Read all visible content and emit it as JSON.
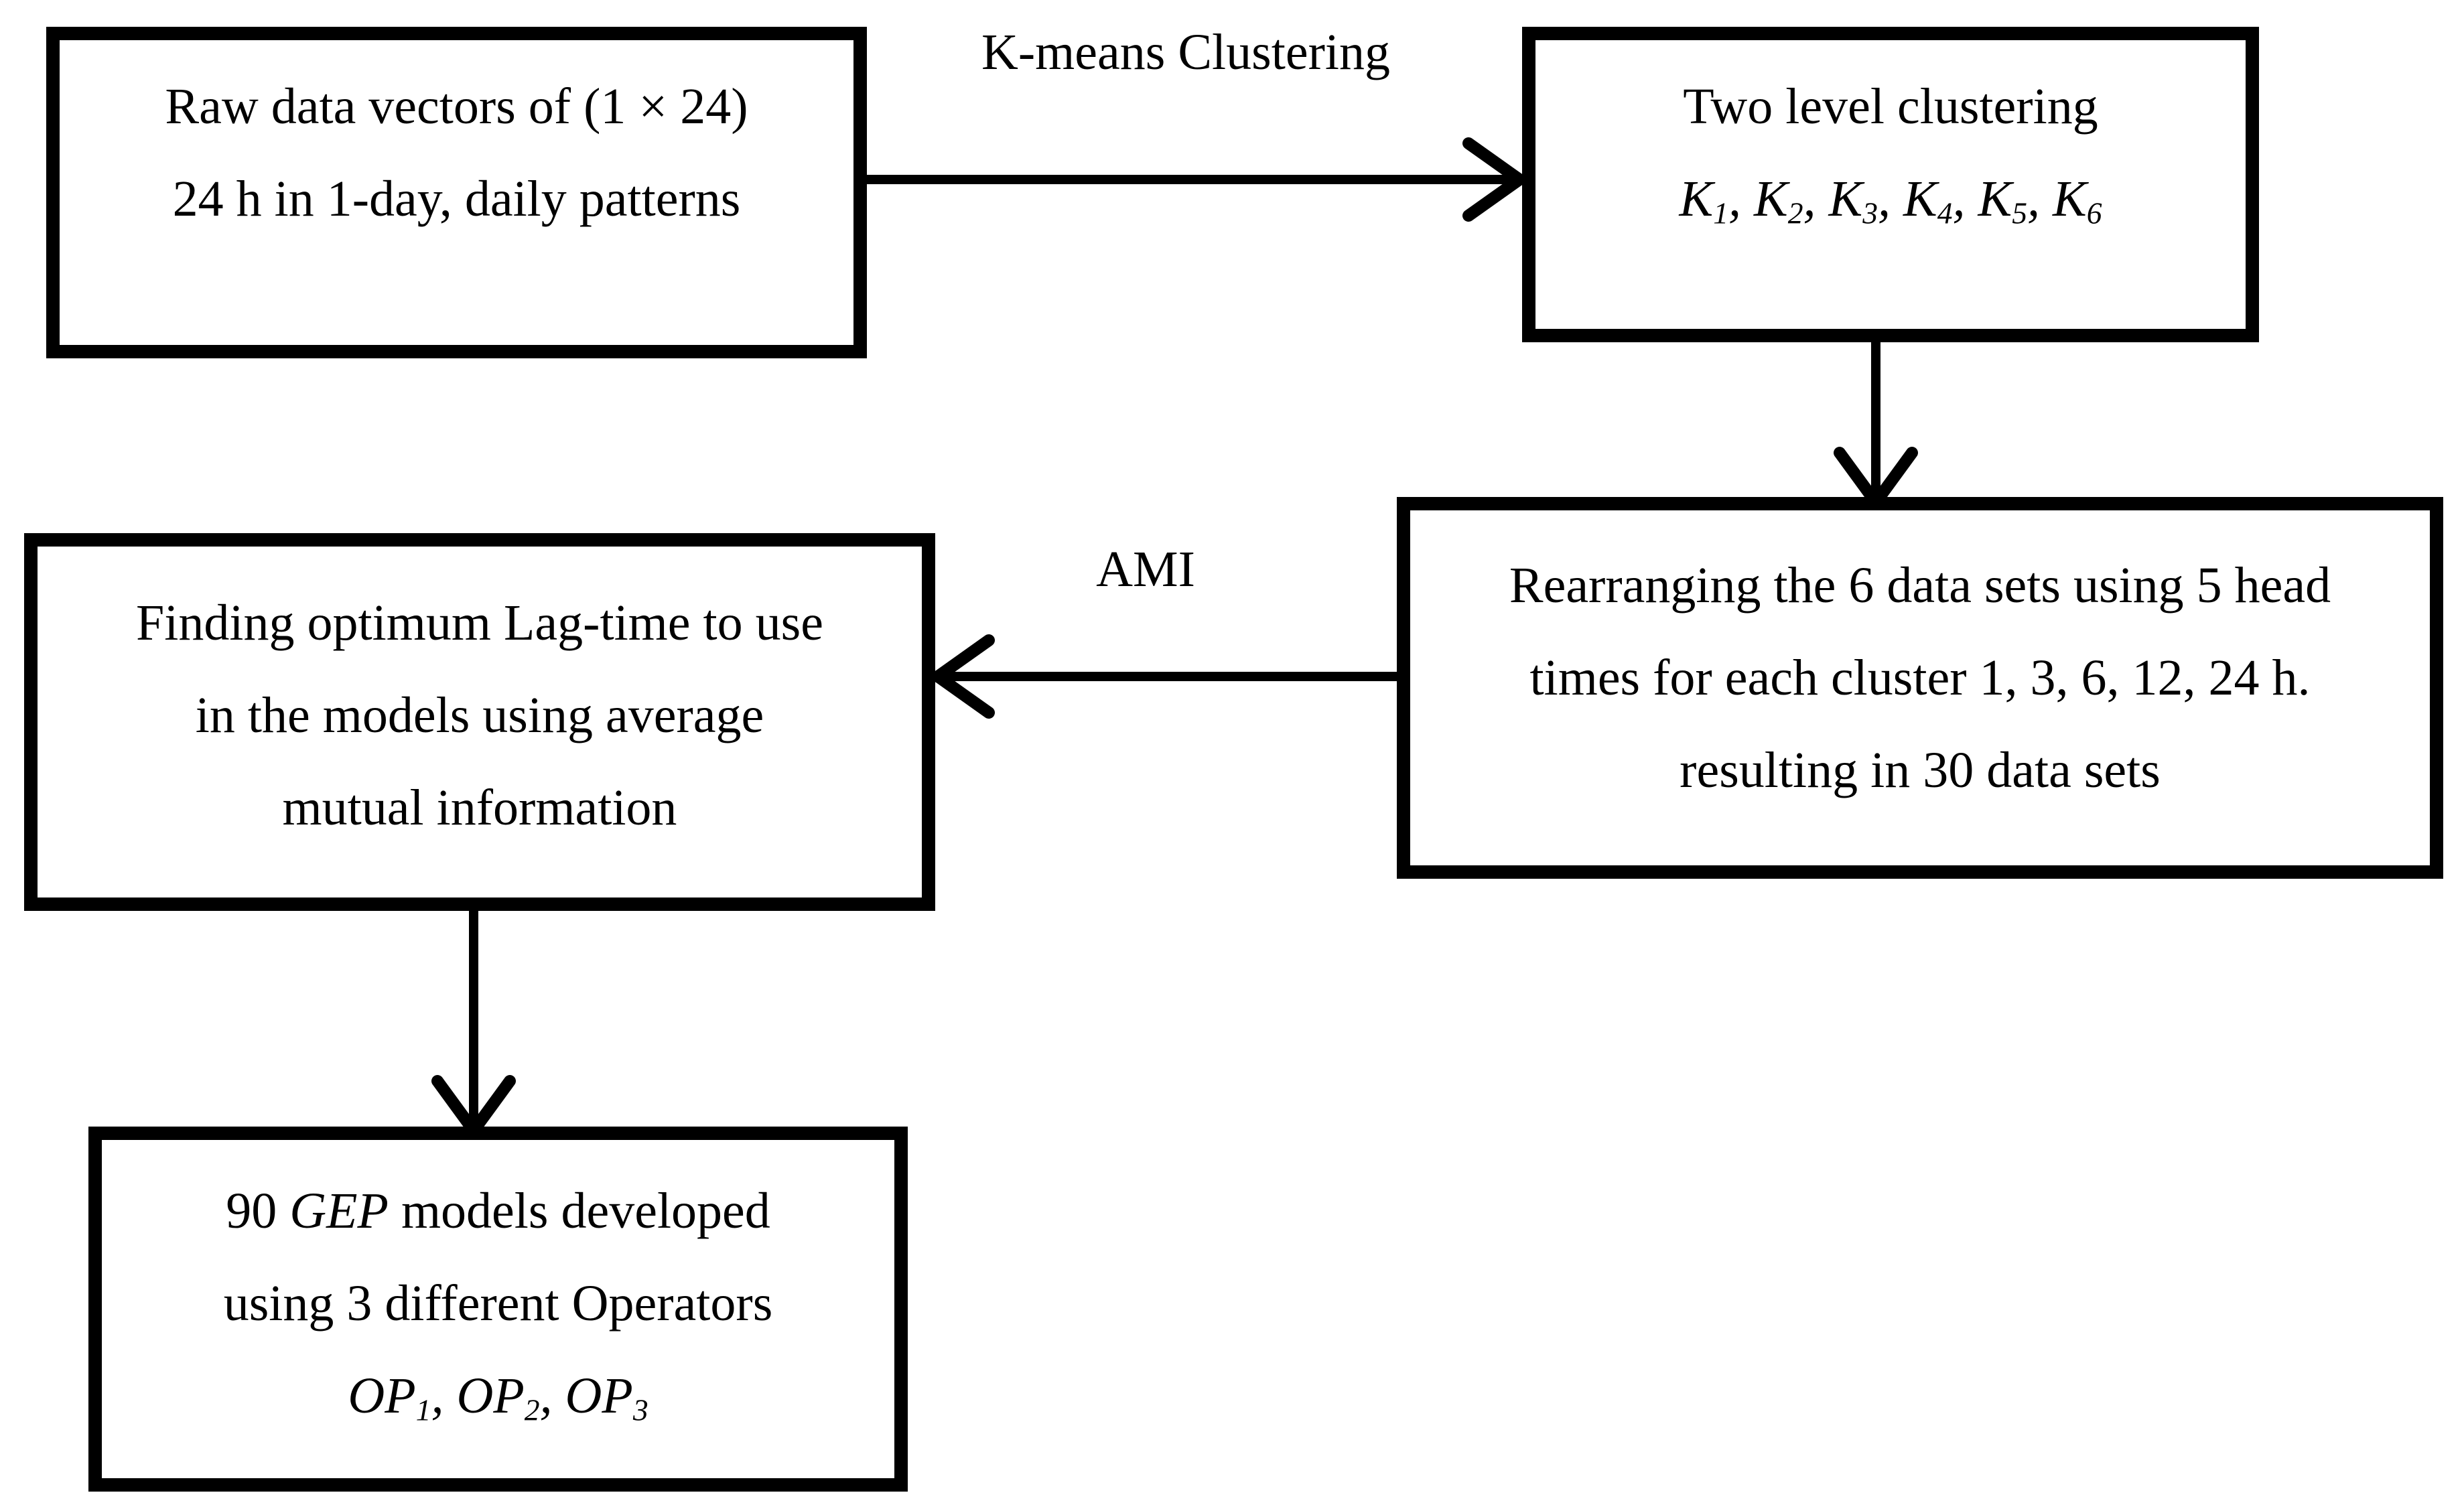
{
  "canvas": {
    "background_color": "#ffffff",
    "ink_color": "#000000"
  },
  "boxes": {
    "raw_data": {
      "line1": "Raw data vectors of (1 × 24)",
      "line2": "24 h in 1-day, daily patterns"
    },
    "two_level": {
      "line1": "Two level clustering",
      "clusters": [
        {
          "base": "K",
          "sub": "1",
          "sep": ", "
        },
        {
          "base": "K",
          "sub": "2",
          "sep": ", "
        },
        {
          "base": "K",
          "sub": "3",
          "sep": ", "
        },
        {
          "base": "K",
          "sub": "4",
          "sep": ", "
        },
        {
          "base": "K",
          "sub": "5",
          "sep": ", "
        },
        {
          "base": "K",
          "sub": "6",
          "sep": ""
        }
      ]
    },
    "rearranging": {
      "line1": "Rearranging the 6 data sets using 5 head",
      "line2": "times for each cluster 1, 3, 6, 12, 24 h.",
      "line3": "resulting in 30 data sets"
    },
    "lag_time": {
      "line1": "Finding optimum Lag-time to use",
      "line2": "in the models using average",
      "line3": "mutual information"
    },
    "gep_models": {
      "line1_pre": "90 ",
      "line1_italic": "GEP",
      "line1_post": " models developed",
      "line2": "using 3 different Operators",
      "operators": [
        {
          "base": "OP",
          "sub": "1",
          "sep": ", "
        },
        {
          "base": "OP",
          "sub": "2",
          "sep": ", "
        },
        {
          "base": "OP",
          "sub": "3",
          "sep": ""
        }
      ]
    }
  },
  "arrow_labels": {
    "kmeans": "K-means Clustering",
    "ami": "AMI"
  }
}
